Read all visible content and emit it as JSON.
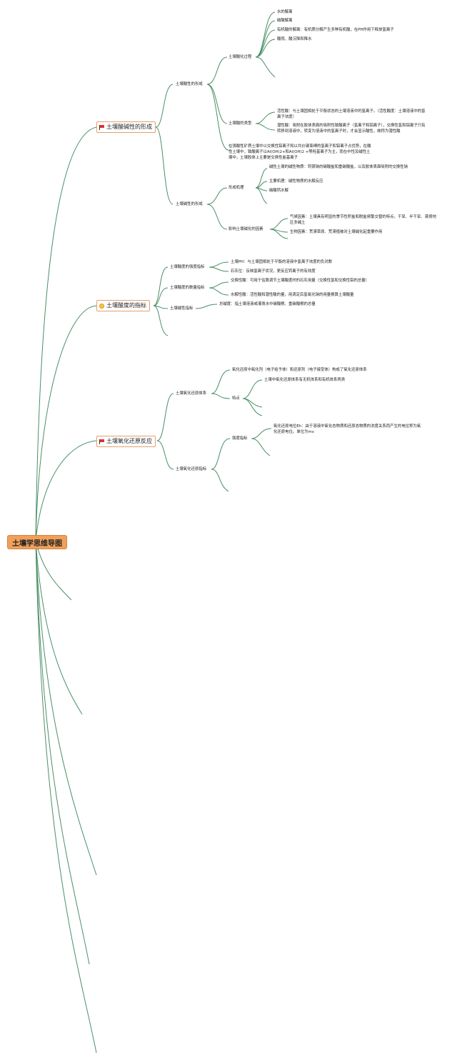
{
  "root": "土壤学思维导图",
  "branches": [
    {
      "label": "土壤酸碱性的形成",
      "icon": "flag-icon",
      "children": [
        {
          "label": "土壤酸性的形成",
          "children": [
            {
              "label": "土壤酸化过程",
              "items": [
                "水的解离",
                "碳酸解离",
                "有机酸的解离：有机质分解产生多种有机酸，在PH作用下释放氢离子",
                "酸雨、酸沉降和降水"
              ]
            },
            {
              "label": "土壤酸的类型",
              "items": [
                "活性酸：与土壤固相处于平衡状态的土壤溶液中的氢离子。（活性酸度：土壤溶液中的氢离子浓度）",
                "潜性酸：吸附在胶体表面的吸附性致酸离子（氢离子和铝离子），交换性氢和铝离子只有转移到溶液中，转变为溶液中的氢离子时，才会显示酸性，故称为潜性酸"
              ]
            }
          ],
          "note": "在强酸性矿质土壤中以交换性铝离子和以共价键束缚的氢离子和铝离子占优势，在酸性土壤中，致酸离子以Al(OH)2+和Al(OH)2 +等羟基离子为主，而在中性及碱性土壤中，土壤胶体上主要是交换性盐基离子"
        },
        {
          "label": "土壤碱性的形成",
          "children": [
            {
              "label": "形成机理",
              "items": [
                "碱性土壤的碱性物质：钙镁钠的碳酸盐和重碳酸盐，以及胶体表面吸附的交换性钠",
                "主要机理：碱性物质的水解反应",
                "碳酸钙水解"
              ]
            },
            {
              "label": "影响土壤碱化的因素",
              "items": [
                "气候因素：土壤具有明显的季节性积盐和脱盐频繁交替的特点。干旱、半干旱、漠境地区多碱土",
                "生物因素：荒漠草原、荒漠植被对土壤碱化起重要作用"
              ]
            }
          ]
        }
      ]
    },
    {
      "label": "土壤酸度的指标",
      "icon": "lightbulb-icon",
      "children": [
        {
          "label": "土壤酸度的强度指标",
          "items": [
            "土壤PH：与土壤固相处于平衡的溶液中氢离子浓度的负对数",
            "石灰位：反映氢离子状况，更反应钙离子的有效度"
          ]
        },
        {
          "label": "土壤酸度的数量指标",
          "items": [
            "交换性酸：可用于估算调节土壤酸度时的石灰用量（交换性氢和交换性铝的总量）",
            "水解性酸：活性酸和潜性酸的量，用滴定后氢氧化钠的用量换算土壤酸量"
          ]
        },
        {
          "label": "土壤碱性指标",
          "items": [
            "总碱度：指土壤溶液或灌溉水中碳酸根、重碳酸根的总量"
          ]
        }
      ]
    },
    {
      "label": "土壤氧化还原反应",
      "icon": "flag-icon",
      "children": [
        {
          "label": "土壤氧化还原体系",
          "items": [
            "氧化还原中氧化剂（电子给予体）和还原剂（电子接受体）构成了氧化还原体系"
          ],
          "sub": {
            "label": "特点",
            "items": [
              "土壤中氧化还原体系有无机体系和有机体系两类"
            ]
          }
        },
        {
          "label": "土壤氧化还原指标",
          "sub": {
            "label": "强度指标",
            "items": [
              "氧化还原电位Eh：由于溶液中氧化态物质和还原态物质的浓度关系而产生的电位称为氧化还原电位。单位为mv"
            ]
          }
        }
      ]
    }
  ]
}
